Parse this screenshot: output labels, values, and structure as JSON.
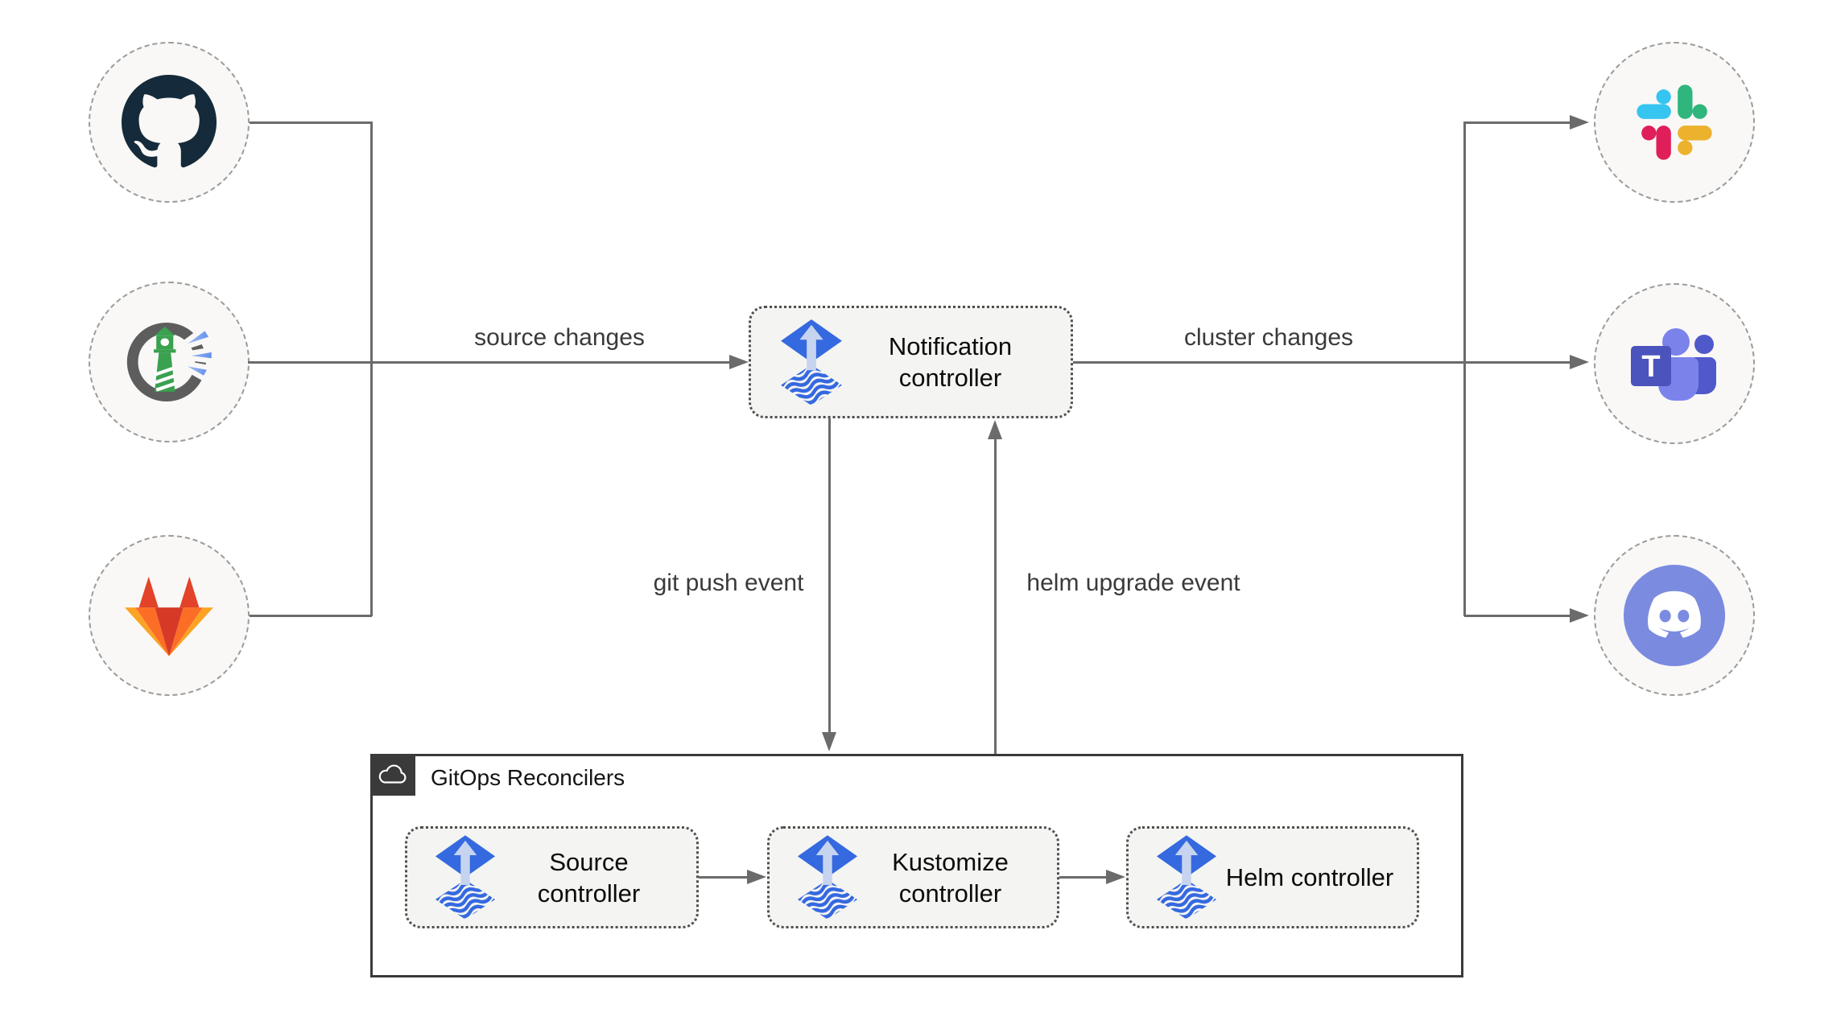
{
  "edges": {
    "source_changes": "source changes",
    "cluster_changes": "cluster changes",
    "git_push_event": "git push event",
    "helm_upgrade_event": "helm upgrade event"
  },
  "nodes": {
    "notification": {
      "label": "Notification controller",
      "icon": "flux-icon"
    },
    "sources": [
      {
        "id": "github",
        "icon": "github-icon"
      },
      {
        "id": "harbor",
        "icon": "harbor-icon"
      },
      {
        "id": "gitlab",
        "icon": "gitlab-icon"
      }
    ],
    "targets": [
      {
        "id": "slack",
        "icon": "slack-icon"
      },
      {
        "id": "teams",
        "icon": "teams-icon"
      },
      {
        "id": "discord",
        "icon": "discord-icon"
      }
    ]
  },
  "reconcilers": {
    "title": "GitOps Reconcilers",
    "icon": "cloud-icon",
    "items": [
      {
        "label": "Source controller",
        "icon": "flux-icon"
      },
      {
        "label": "Kustomize controller",
        "icon": "flux-icon"
      },
      {
        "label": "Helm controller",
        "icon": "flux-icon"
      }
    ]
  },
  "colors": {
    "flux_blue": "#3569e0",
    "flux_light": "#c7d4f0",
    "line_gray": "#6b6b6b",
    "node_fill": "#f4f4f2",
    "circle_fill": "#f9f8f6",
    "github_dark": "#152a3a",
    "harbor_green": "#3aa14f",
    "gitlab_red": "#e24329",
    "gitlab_orange": "#fc6d26",
    "gitlab_yellow": "#fca326",
    "slack_blue": "#36C5F0",
    "slack_green": "#2EB67D",
    "slack_yellow": "#ECB22E",
    "slack_red": "#E01E5A",
    "teams_purple": "#4b53bc",
    "discord_blurple": "#7b8ce0"
  }
}
